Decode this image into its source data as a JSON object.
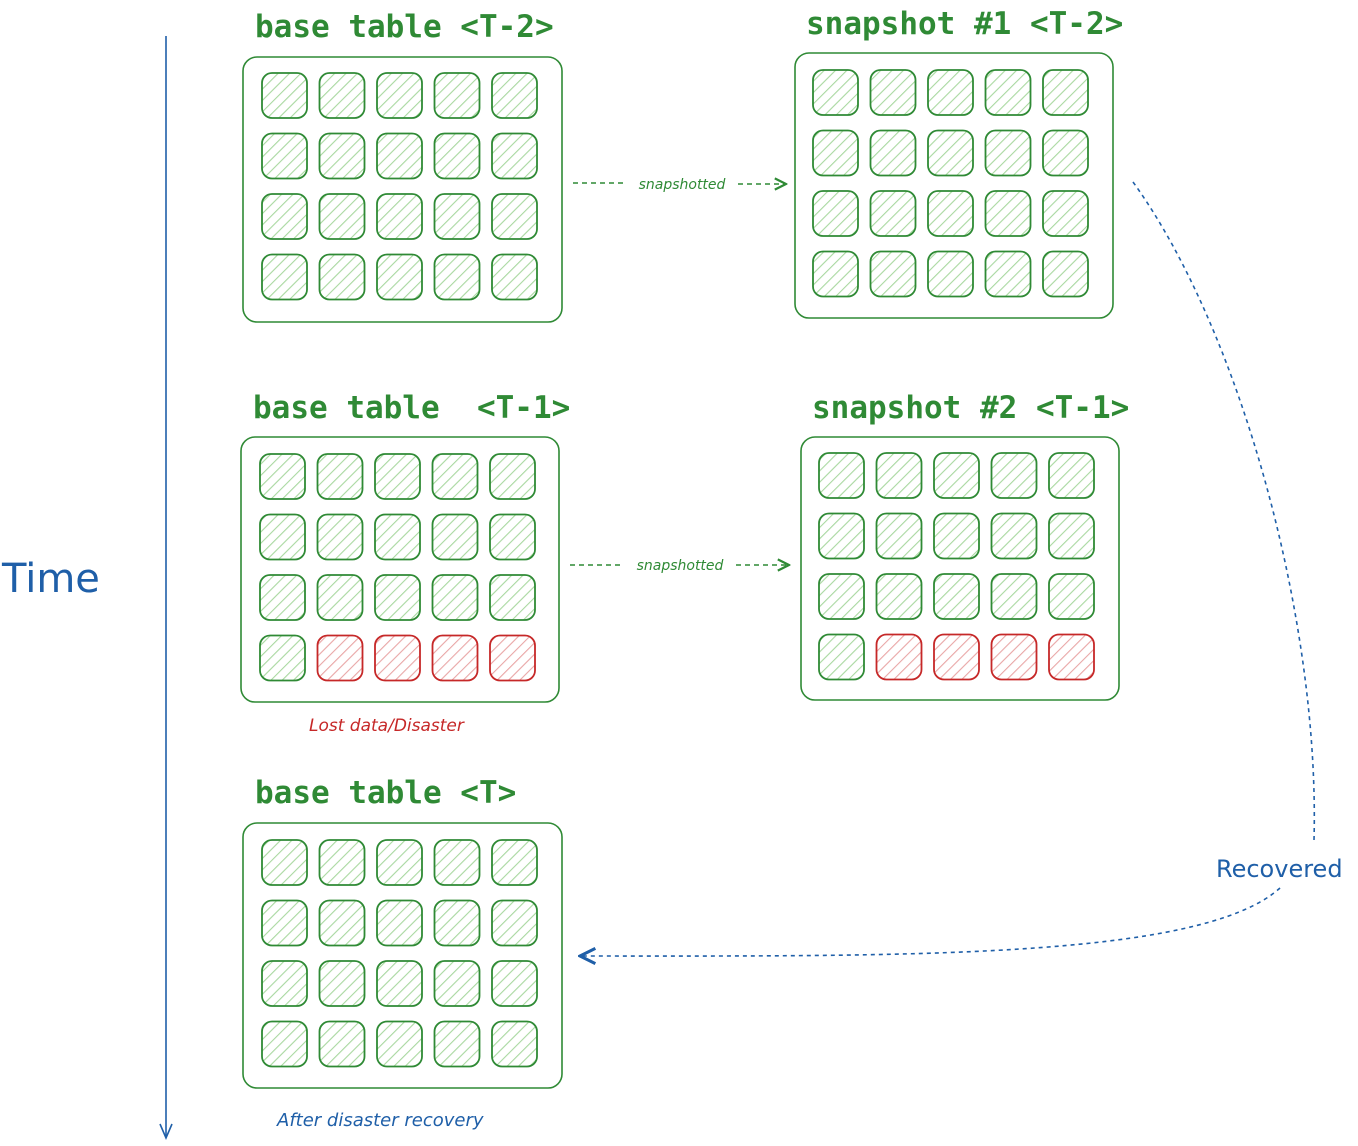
{
  "colors": {
    "green": "#2f8a35",
    "green_fill": "#a9d8a0",
    "red": "#c62828",
    "red_fill": "#e9a6a6",
    "blue": "#1f5fa8"
  },
  "time_axis": {
    "label": "Time"
  },
  "tables": [
    {
      "title": "base table <T-2>",
      "cells": [
        [
          "green",
          "green",
          "green",
          "green",
          "green"
        ],
        [
          "green",
          "green",
          "green",
          "green",
          "green"
        ],
        [
          "green",
          "green",
          "green",
          "green",
          "green"
        ],
        [
          "green",
          "green",
          "green",
          "green",
          "green"
        ]
      ]
    },
    {
      "title": "snapshot #1 <T-2>",
      "cells": [
        [
          "green",
          "green",
          "green",
          "green",
          "green"
        ],
        [
          "green",
          "green",
          "green",
          "green",
          "green"
        ],
        [
          "green",
          "green",
          "green",
          "green",
          "green"
        ],
        [
          "green",
          "green",
          "green",
          "green",
          "green"
        ]
      ]
    },
    {
      "title": "base table  <T-1>",
      "caption": "Lost data/Disaster",
      "cells": [
        [
          "green",
          "green",
          "green",
          "green",
          "green"
        ],
        [
          "green",
          "green",
          "green",
          "green",
          "green"
        ],
        [
          "green",
          "green",
          "green",
          "green",
          "green"
        ],
        [
          "green",
          "red",
          "red",
          "red",
          "red"
        ]
      ]
    },
    {
      "title": "snapshot #2 <T-1>",
      "cells": [
        [
          "green",
          "green",
          "green",
          "green",
          "green"
        ],
        [
          "green",
          "green",
          "green",
          "green",
          "green"
        ],
        [
          "green",
          "green",
          "green",
          "green",
          "green"
        ],
        [
          "green",
          "red",
          "red",
          "red",
          "red"
        ]
      ]
    },
    {
      "title": "base table <T>",
      "caption": "After disaster recovery",
      "cells": [
        [
          "green",
          "green",
          "green",
          "green",
          "green"
        ],
        [
          "green",
          "green",
          "green",
          "green",
          "green"
        ],
        [
          "green",
          "green",
          "green",
          "green",
          "green"
        ],
        [
          "green",
          "green",
          "green",
          "green",
          "green"
        ]
      ]
    }
  ],
  "arrows": [
    {
      "label": "snapshotted"
    },
    {
      "label": "snapshotted"
    }
  ],
  "recovery": {
    "label": "Recovered"
  }
}
